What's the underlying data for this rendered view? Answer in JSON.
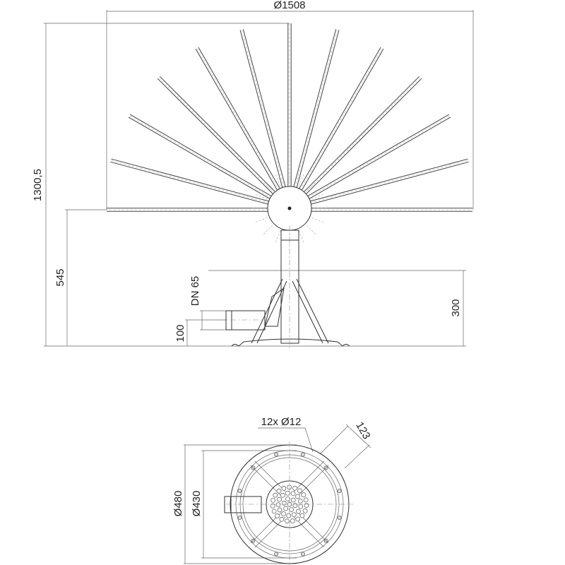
{
  "side_view": {
    "dimensions": {
      "width": "Ø1508",
      "total_height": "1300,5",
      "arm_height": "545",
      "inlet_size": "DN 65",
      "inlet_height": "100",
      "base_height": "300"
    },
    "jet_count": 13
  },
  "top_view": {
    "dimensions": {
      "holes": "12x Ø12",
      "offset": "123",
      "outer_diameter": "Ø480",
      "inner_diameter": "Ø430"
    },
    "bolt_count": 12
  }
}
